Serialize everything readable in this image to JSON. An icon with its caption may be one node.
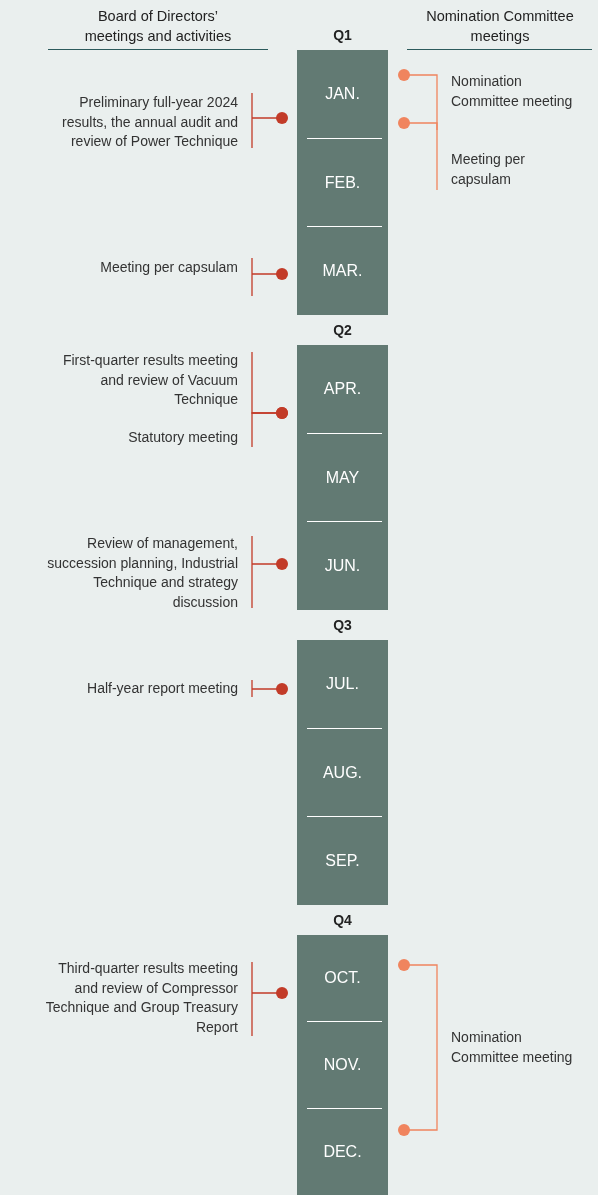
{
  "diagram": {
    "nodes": [
      {
        "text": [
          "Q1"
        ]
      },
      {
        "text": [
          "JAN."
        ],
        "in": 0
      },
      {
        "text": [
          "FEB."
        ],
        "in": 0
      },
      {
        "text": [
          "MAR."
        ],
        "in": 0
      },
      {
        "text": [
          "Q2"
        ]
      },
      {
        "text": [
          "APR."
        ],
        "in": 4
      },
      {
        "text": [
          "MAY"
        ],
        "in": 4
      },
      {
        "text": [
          "JUN."
        ],
        "in": 4
      },
      {
        "text": [
          "Q3"
        ]
      },
      {
        "text": [
          "JUL."
        ],
        "in": 8
      },
      {
        "text": [
          "AUG."
        ],
        "in": 8
      },
      {
        "text": [
          "SEP."
        ],
        "in": 8
      },
      {
        "text": [
          "Q4"
        ]
      },
      {
        "text": [
          "OCT."
        ],
        "in": 12
      },
      {
        "text": [
          "NOV."
        ],
        "in": 12
      },
      {
        "text": [
          "DEC."
        ],
        "in": 12
      },
      {
        "text": [
          "Preliminary full-year 2024 results, the annual audit and review of Power Technique"
        ]
      },
      {
        "text": [
          "Meeting per capsulam"
        ]
      },
      {
        "text": [
          "First-quarter results meeting and review of Vacuum Technique"
        ]
      },
      {
        "text": [
          "Statutory meeting"
        ]
      },
      {
        "text": [
          "Review of management, succession planning, Industrial Technique and strategy discussion"
        ]
      },
      {
        "text": [
          "Half-year report meeting"
        ]
      },
      {
        "text": [
          "Third-quarter results meeting and review of Compressor Technique and Group Treasury Report"
        ]
      },
      {
        "text": [
          "Nomination Committee meeting"
        ]
      },
      {
        "text": [
          "Meeting per capsulam"
        ]
      },
      {
        "text": [
          "Nomination Committee meeting"
        ]
      }
    ],
    "edges": [
      {
        "from": 16,
        "to": 0,
        "arrow": "other"
      },
      {
        "from": 17,
        "to": 3,
        "arrow": "other"
      },
      {
        "from": 18,
        "to": 5,
        "arrow": "other"
      },
      {
        "from": 19,
        "to": 5,
        "arrow": "other"
      },
      {
        "from": 20,
        "to": 7,
        "arrow": "other"
      },
      {
        "from": 21,
        "to": 9,
        "arrow": "other"
      },
      {
        "from": 22,
        "to": 13,
        "arrow": "other"
      },
      {
        "from": 23,
        "to": 1,
        "arrow": "other",
        "color": "#f0845e"
      },
      {
        "from": 24,
        "to": 1,
        "arrow": "other",
        "color": "#f0845e"
      },
      {
        "from": 25,
        "to": 13,
        "arrow": "other",
        "color": "#f0845e"
      },
      {
        "from": 25,
        "to": 15,
        "arrow": "other",
        "color": "#f0845e"
      }
    ],
    "labels": [
      "Board of Directors’ meetings and activities",
      "Nomination Committee meetings"
    ]
  }
}
